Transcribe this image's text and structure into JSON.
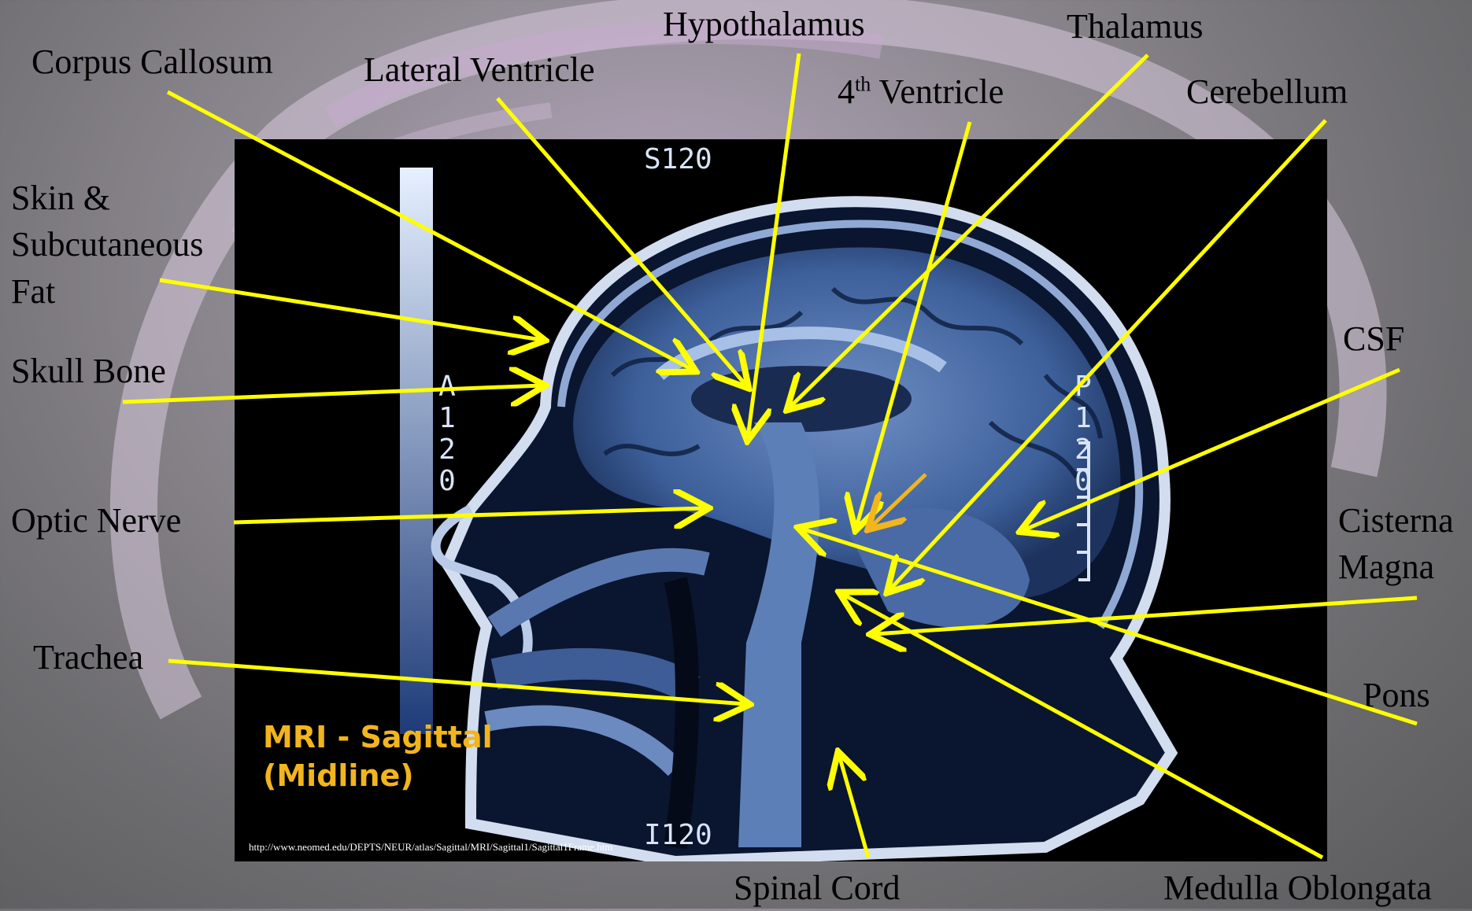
{
  "labels": {
    "corpus_callosum": "Corpus Callosum",
    "lateral_ventricle": "Lateral Ventricle",
    "hypothalamus": "Hypothalamus",
    "thalamus": "Thalamus",
    "fourth_ventricle_base": "4",
    "fourth_ventricle_sup": "th",
    "fourth_ventricle_rest": " Ventricle",
    "cerebellum": "Cerebellum",
    "skin_fat_line1": "Skin &",
    "skin_fat_line2": "Subcutaneous",
    "skin_fat_line3": "Fat",
    "skull_bone": "Skull Bone",
    "csf": "CSF",
    "optic_nerve": "Optic Nerve",
    "cisterna_magna_line1": "Cisterna",
    "cisterna_magna_line2": "Magna",
    "trachea": "Trachea",
    "pons": "Pons",
    "spinal_cord": "Spinal Cord",
    "medulla_oblongata": "Medulla Oblongata"
  },
  "mri": {
    "title_line1": "MRI - Sagittal",
    "title_line2": "(Midline)",
    "url": "http://www.neomed.edu/DEPTS/NEUR/atlas/Sagittal/MRI/Sagittal1/Sagittal1Frame.htm",
    "marker_top": "S120",
    "marker_bottom": "I120",
    "marker_left": "A120",
    "marker_right": "P120"
  },
  "colors": {
    "arrow": "#ffff00",
    "small_arrow": "#f2b51d",
    "title": "#f2b51d"
  }
}
